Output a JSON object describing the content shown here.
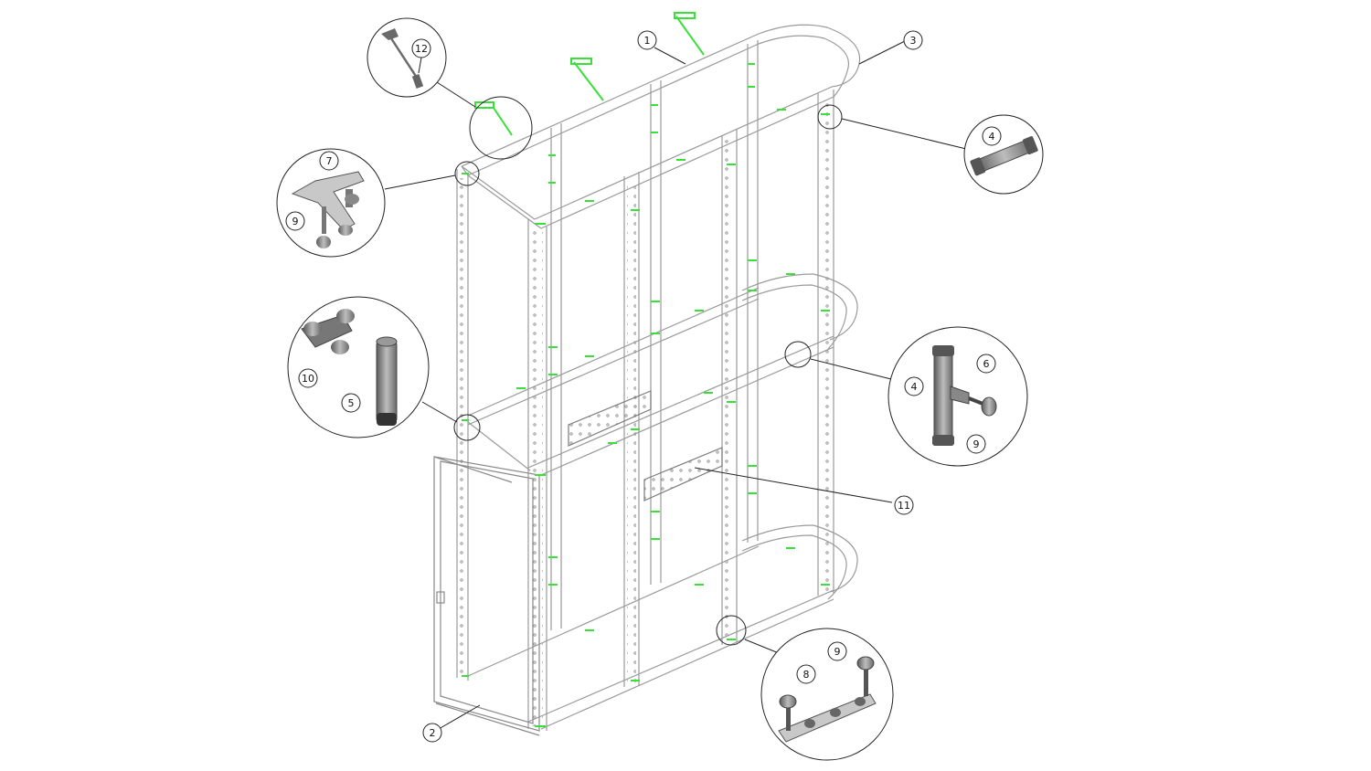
{
  "diagram": {
    "colors": {
      "background": "#ffffff",
      "frame_line": "#9a9a9a",
      "frame_dark": "#555555",
      "connector_green": "#38e038",
      "callout_stroke": "#222222",
      "part_gray": "#8a8a8a",
      "part_dark": "#4a4a4a"
    },
    "callouts": [
      {
        "id": "c1",
        "label": "1"
      },
      {
        "id": "c2",
        "label": "2"
      },
      {
        "id": "c3",
        "label": "3"
      },
      {
        "id": "c11",
        "label": "11"
      },
      {
        "id": "d1_12",
        "label": "12"
      },
      {
        "id": "d2_7",
        "label": "7"
      },
      {
        "id": "d2_9",
        "label": "9"
      },
      {
        "id": "d3_4",
        "label": "4"
      },
      {
        "id": "d4_10",
        "label": "10"
      },
      {
        "id": "d4_5",
        "label": "5"
      },
      {
        "id": "d5_4",
        "label": "4"
      },
      {
        "id": "d5_6",
        "label": "6"
      },
      {
        "id": "d5_9",
        "label": "9"
      },
      {
        "id": "d6_8",
        "label": "8"
      },
      {
        "id": "d6_9",
        "label": "9"
      }
    ]
  }
}
